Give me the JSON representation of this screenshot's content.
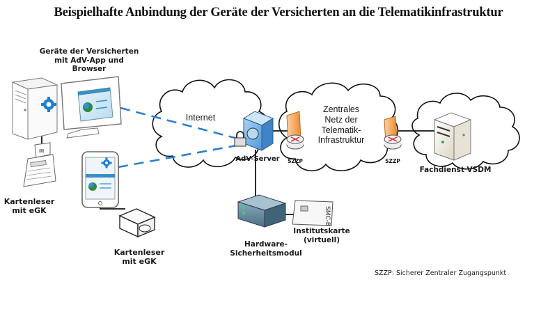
{
  "title": "Beispielhafte Anbindung der Geräte der Versicherten an die Telematikinfrastruktur",
  "nodes": {
    "user_devices": {
      "label": "Geräte der Versicherten mit AdV-App und Browser",
      "lines": [
        "Geräte der Versicherten",
        "mit AdV-App und",
        "Browser"
      ]
    },
    "card_reader_pc": {
      "lines": [
        "Kartenleser",
        "mit eGK"
      ]
    },
    "card_reader_mobile": {
      "lines": [
        "Kartenleser",
        "mit eGK"
      ]
    },
    "internet": {
      "label": "Internet"
    },
    "adv_server": {
      "label": "AdV-Server"
    },
    "szzp_left": {
      "label": "SZZP"
    },
    "ti_network": {
      "lines": [
        "Zentrales",
        "Netz der",
        "Telematik-",
        "Infrastruktur"
      ]
    },
    "szzp_right": {
      "label": "SZZP"
    },
    "fachdienst": {
      "label": "Fachdienst VSDM"
    },
    "hsm": {
      "lines": [
        "Hardware-",
        "Sicherheitsmodul"
      ]
    },
    "institutskarte": {
      "lines": [
        "Institutskarte",
        "(virtuell)"
      ],
      "card_text": "SMC-B"
    }
  },
  "legend": "SZZP: Sicherer Zentraler Zugangspunkt",
  "colors": {
    "dashed_link": "#2a7fd4",
    "server_blue": "#6aaee6",
    "firewall_orange": "#f0913a",
    "gear_blue": "#1e7fd0",
    "line": "#111111"
  }
}
